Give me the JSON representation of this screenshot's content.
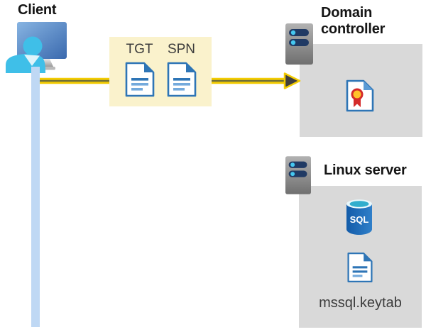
{
  "client": {
    "label": "Client"
  },
  "tickets": {
    "tgt_label": "TGT",
    "spn_label": "SPN"
  },
  "domain_controller": {
    "label": "Domain controller"
  },
  "linux_server": {
    "label": "Linux server",
    "sql_icon_text": "SQL",
    "keytab_label": "mssql.keytab"
  },
  "colors": {
    "ticket_box_bg": "#FAF2CC",
    "zone_bg": "#D9D9D9",
    "arrow_yellow": "#F3CC02",
    "arrow_core": "#6E6E38",
    "arrowhead_fill": "#3F3F3F",
    "doc_blue": "#2E75B6",
    "doc_line_light": "#74AADC",
    "client_lifeline": "#BFD8F4",
    "cert_red": "#D42B2B",
    "cert_gold": "#FFC32B",
    "server_slot_navy": "#203A64",
    "server_dot_blue": "#45C8F0",
    "sql_top_teal": "#31AECD",
    "heading_text": "#151515",
    "body_text": "#3C3C3C"
  }
}
